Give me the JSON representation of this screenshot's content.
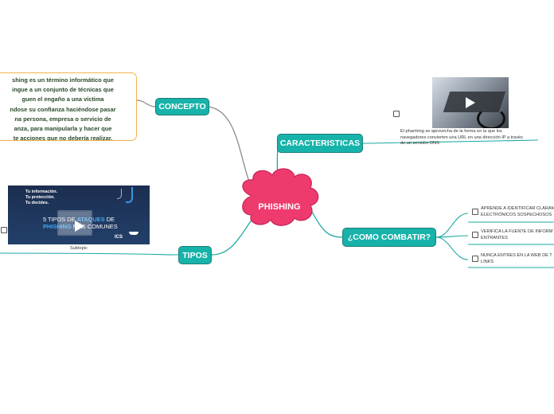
{
  "central": {
    "label": "PHISHING"
  },
  "concepto": {
    "label": "CONCEPTO",
    "note": "shing es un término informático que\n ingue a un conjunto de técnicas que\nguen el engaño a una víctima\nndose su confianza haciéndose pasar\nna persona, empresa o servicio de\nanza, para manipularla y hacer que\nte acciones que no debería realizar."
  },
  "caracteristicas": {
    "label": "CARACTERISTICAS",
    "description": "El pharming se aprovecha de la forma en la que los\nnavegadores convierten una URL en una dirección IP a través\nde un servidor DNS"
  },
  "combatir": {
    "label": "¿COMO COMBATIR?",
    "items": [
      "APRENDE A IDENTIFICAR CLARAM\nELECTRÓNICOS SOSPECHOSOS",
      "VERIFICA LA FUENTE DE INFORM\nENTRANTES",
      "NUNCA ENTRES EN LA WEB DE T\nLINKS"
    ]
  },
  "tipos": {
    "label": "TIPOS",
    "subtopic": "Subtopic",
    "video": {
      "line1": "Tu información.",
      "line2": "Tu protección.",
      "line3": "Tu decides.",
      "title_a": "5 TIPOS DE",
      "title_b": "ATAQUES",
      "title_c": "DE",
      "title_d": "PHISHING",
      "title_e": "MÁS COMUNES",
      "brand": "ICS"
    }
  },
  "colors": {
    "teal": "#17b3aa",
    "teal_border": "#1a7d78",
    "cloud": "#ef3a6e",
    "note_border": "#f0b44a",
    "link": "#1aa8a0"
  }
}
